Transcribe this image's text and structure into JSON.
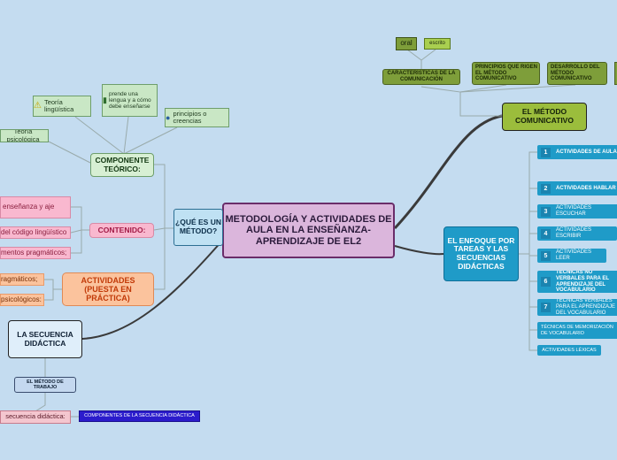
{
  "central": "METODOLOGÍA Y ACTIVIDADES DE AULA EN LA ENSEÑANZA-APRENDIZAJE DE EL2",
  "que_es": "¿QUÉ ES UN MÉTODO?",
  "componente_teorico": "COMPONENTE TEÓRICO:",
  "teoria_linguistica": "Teoría lingüística",
  "teoria_psicologica": "Teoría psicológica",
  "como_aprende": "prende una lengua y a cómo debe enseñarse",
  "principios": "principios o creencias",
  "contenido": "CONTENIDO:",
  "contenido_items": [
    "enseñanza y aje",
    "del código lingüístico",
    "mentos pragmáticos;"
  ],
  "actividades": "ACTIVIDADES (PUESTA EN PRÁCTICA)",
  "actividades_items": [
    "ragmáticos;",
    "psicológicos:"
  ],
  "secuencia": "LA SECUENCIA DIDÁCTICA",
  "metodo_trabajo": "EL MÉTODO DE TRABAJO",
  "secuencia_didactica_item": "secuencia didáctica:",
  "componentes_secuencia": "COMPONENTES DE LA SECUENCIA DIDÁCTICA",
  "metodo_comunicativo": "EL MÉTODO COMUNICATIVO",
  "oral": "oral",
  "escrito": "escrito",
  "caracteristicas": "CARACTERÍSTICAS DE LA COMUNICACIÓN",
  "principios_metodo": "PRINCIPIOS QUE RIGEN EL MÉTODO COMUNICATIVO",
  "desarrollo_metodo": "DESARROLLO DEL MÉTODO COMUNICATIVO",
  "enfoque": "EL ENFOQUE POR TAREAS Y LAS SECUENCIAS DIDÁCTICAS",
  "enfoque_items": [
    {
      "num": "1",
      "label": "ACTIVIDADES DE AULA"
    },
    {
      "num": "2",
      "label": "ACTIVIDADES HABLAR"
    },
    {
      "num": "3",
      "label": "ACTIVIDADES ESCUCHAR"
    },
    {
      "num": "4",
      "label": "ACTIVIDADES ESCRIBIR"
    },
    {
      "num": "5",
      "label": "ACTIVIDADES LEER"
    },
    {
      "num": "6",
      "label": "TÉCNICAS NO VERBALES PARA EL APRENDIZAJE DEL VOCABULARIO"
    },
    {
      "num": "7",
      "label": "TÉCNICAS VERBALES PARA EL APRENDIZAJE DEL VOCABULARIO"
    },
    {
      "num": "",
      "label": "TÉCNICAS DE MEMORIZACIÓN DE VOCABULARIO"
    },
    {
      "num": "",
      "label": "ACTIVIDADES LÉXICAS"
    }
  ],
  "colors": {
    "background": "#c4dcf0",
    "central_fill": "#dbb6dc",
    "teal": "#1f9bc8",
    "olive": "#7e9e3a"
  }
}
